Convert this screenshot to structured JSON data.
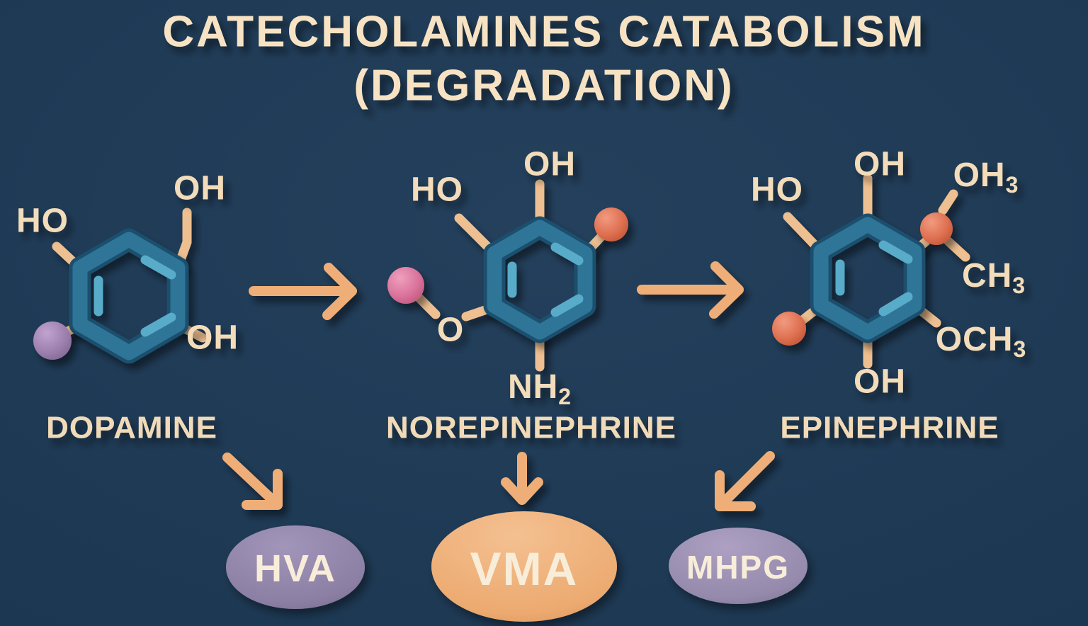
{
  "title": {
    "line1": "CATECHOLAMINES CATABOLISM",
    "line2": "(DEGRADATION)"
  },
  "colors": {
    "background": "#1e3a55",
    "title_text": "#f7e3c3",
    "label_text": "#f3dcba",
    "ring_teal": "#2f7598",
    "ring_inner_bond": "#58abc9",
    "bond_tan": "#eebf90",
    "arrow_orange": "#efae77",
    "sphere_purple": "#9c7fad",
    "sphere_pink": "#d9719a",
    "sphere_red": "#dd6f4f",
    "oval_hva": "#8c7fa4",
    "oval_vma": "#ecaa70",
    "oval_mhpg": "#958aab"
  },
  "molecules": {
    "dopamine": {
      "name": "DOPAMINE",
      "labels": {
        "ho": "HO",
        "oh_top": "OH",
        "oh_bottom": "OH"
      }
    },
    "norepinephrine": {
      "name": "NOREPINEPHRINE",
      "labels": {
        "oh_top": "OH",
        "ho": "HO",
        "o": "O",
        "nh2_base": "NH",
        "nh2_sub": "2"
      }
    },
    "epinephrine": {
      "name": "EPINEPHRINE",
      "labels": {
        "ho": "HO",
        "oh_top": "OH",
        "oh3_base": "OH",
        "oh3_sub": "3",
        "ch3_base": "CH",
        "ch3_sub": "3",
        "och3_base": "OCH",
        "och3_sub": "3",
        "oh_bottom": "OH"
      }
    }
  },
  "metabolites": {
    "hva": {
      "label": "HVA"
    },
    "vma": {
      "label": "VMA"
    },
    "mhpg": {
      "label": "MHPG"
    }
  }
}
